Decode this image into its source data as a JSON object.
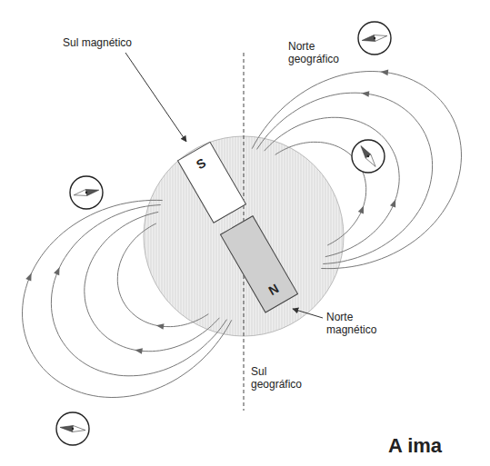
{
  "diagram": {
    "nodes": [
      {
        "text": [
          "S"
        ]
      },
      {
        "text": [
          "N"
        ]
      }
    ],
    "labels": [
      "Sul magnético",
      "Norte geográfico",
      "Norte magnético",
      "Sul geográfico",
      "A ima"
    ]
  }
}
